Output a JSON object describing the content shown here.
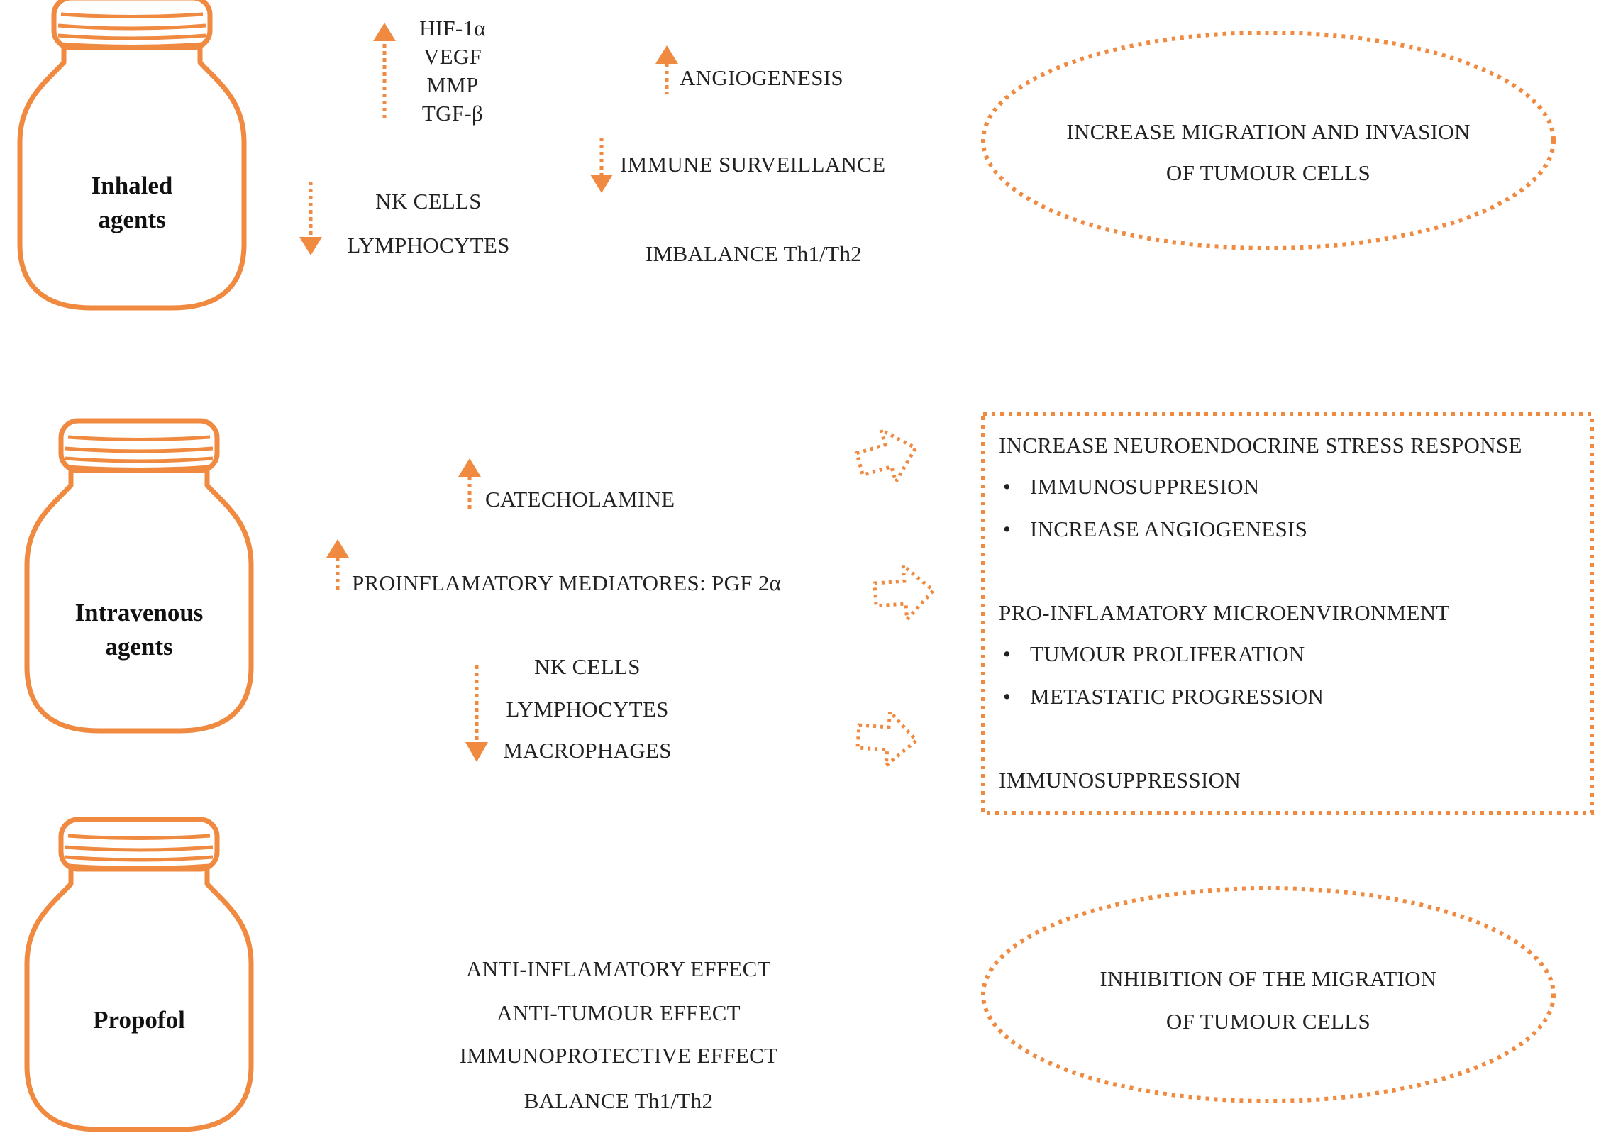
{
  "colors": {
    "accent": "#F08A41",
    "text": "#222222"
  },
  "jars": [
    {
      "label_line1": "Inhaled",
      "label_line2": "agents"
    },
    {
      "label_line1": "Intravenous",
      "label_line2": "agents"
    },
    {
      "label_line1": "Propofol"
    }
  ],
  "inhaled": {
    "up_markers": [
      "HIF-1α",
      "VEGF",
      "MMP",
      "TGF-β"
    ],
    "down_markers": [
      "NK CELLS",
      "LYMPHOCYTES"
    ],
    "angiogenesis": "ANGIOGENESIS",
    "immune_surveillance": "IMMUNE SURVEILLANCE",
    "imbalance": "IMBALANCE Th1/Th2",
    "outcome_line1": "INCREASE  MIGRATION  AND INVASION",
    "outcome_line2": "OF TUMOUR CELLS"
  },
  "intravenous": {
    "catecholamine": "CATECHOLAMINE",
    "proinflammatory": "PROINFLAMATORY  MEDIATORES:   PGF 2α",
    "down_markers": [
      "NK CELLS",
      "LYMPHOCYTES",
      "MACROPHAGES"
    ],
    "box": {
      "heading1": "INCREASE  NEUROENDOCRINE   STRESS RESPONSE",
      "bullets1": [
        "IMMUNOSUPPRESION",
        "INCREASE  ANGIOGENESIS"
      ],
      "heading2": "PRO-INFLAMATORY  MICROENVIRONMENT",
      "bullets2": [
        "TUMOUR  PROLIFERATION",
        "METASTATIC  PROGRESSION"
      ],
      "heading3": "IMMUNOSUPPRESSION"
    }
  },
  "propofol": {
    "effects": [
      "ANTI-INFLAMATORY EFFECT",
      "ANTI-TUMOUR EFFECT",
      "IMMUNOPROTECTIVE EFFECT",
      "BALANCE Th1/Th2"
    ],
    "outcome_line1": "INHIBITION  OF THE MIGRATION",
    "outcome_line2": "OF TUMOUR CELLS"
  }
}
